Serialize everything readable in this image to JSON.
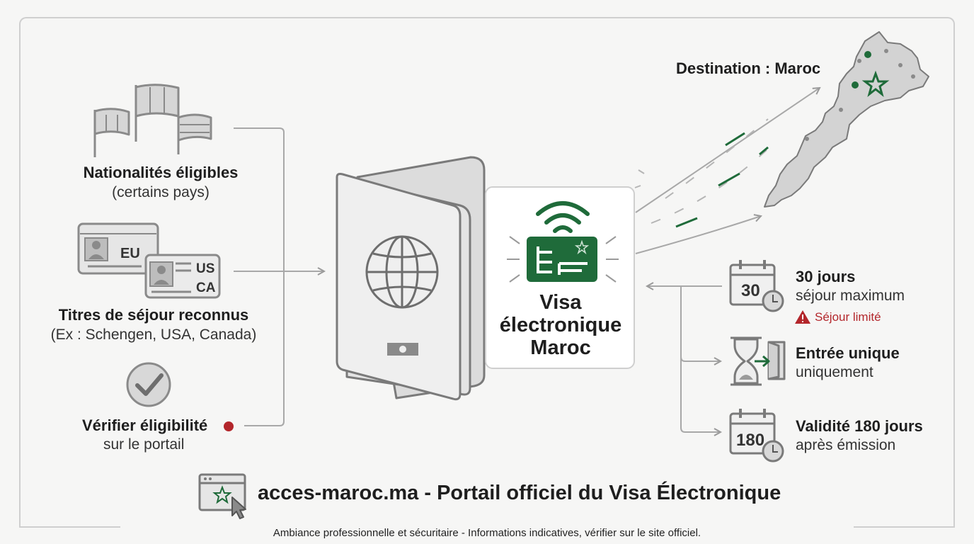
{
  "left": {
    "nationalities": {
      "title": "Nationalités éligibles",
      "sub": "(certains pays)"
    },
    "residence": {
      "badge_eu": "EU",
      "badge_us": "US",
      "badge_ca": "CA",
      "title": "Titres de séjour reconnus",
      "sub": "(Ex : Schengen, USA, Canada)"
    },
    "verify": {
      "title": "Vérifier éligibilité",
      "sub": "sur le portail"
    }
  },
  "center": {
    "visa_card": {
      "line1": "Visa",
      "line2": "électronique",
      "line3": "Maroc"
    }
  },
  "destination": {
    "label": "Destination : Maroc"
  },
  "right": {
    "stay": {
      "icon_number": "30",
      "title": "30 jours",
      "sub": "séjour maximum",
      "warning": "Séjour limité"
    },
    "entry": {
      "title": "Entrée unique",
      "sub": "uniquement"
    },
    "validity": {
      "icon_number": "180",
      "title": "Validité 180 jours",
      "sub": "après émission"
    }
  },
  "portal": {
    "label": "acces-maroc.ma - Portail officiel du Visa Électronique"
  },
  "footer": {
    "note": "Ambiance professionnelle et sécuritaire - Informations indicatives, vérifier sur le site officiel."
  },
  "colors": {
    "green": "#1f6b3a",
    "red": "#b3262b",
    "gray": "#8a8a8a"
  }
}
